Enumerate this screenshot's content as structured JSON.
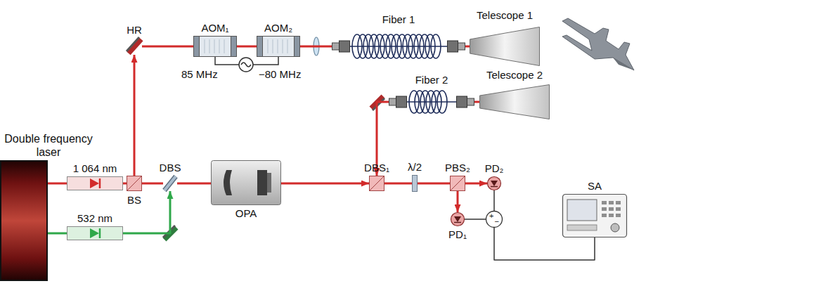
{
  "diagram": {
    "nodes": [
      {
        "text": [
          "Double frequency laser"
        ]
      },
      {
        "text": [
          "1 064 nm"
        ]
      },
      {
        "text": [
          "532 nm"
        ]
      },
      {
        "text": [
          "BS"
        ]
      },
      {
        "text": [
          "DBS"
        ]
      },
      {
        "text": [
          "OPA"
        ]
      },
      {
        "text": [
          "DBS₁"
        ]
      },
      {
        "text": [
          "λ/2"
        ]
      },
      {
        "text": [
          "PBS₂"
        ]
      },
      {
        "text": [
          "PD₂"
        ]
      },
      {
        "text": [
          "PD₁"
        ]
      },
      {
        "text": [
          "+",
          "−"
        ]
      },
      {
        "text": [
          "SA"
        ]
      },
      {
        "text": [
          "HR"
        ]
      },
      {
        "text": [
          "AOM₁"
        ]
      },
      {
        "text": [
          "AOM₂"
        ]
      },
      {
        "text": [
          "Fiber 1"
        ]
      },
      {
        "text": [
          "Telescope 1"
        ]
      },
      {
        "text": [
          "Fiber 2"
        ]
      },
      {
        "text": [
          "Telescope 2"
        ]
      }
    ],
    "edges": [
      {
        "from": 0,
        "to": 1,
        "arrow": "none"
      },
      {
        "from": 0,
        "to": 2,
        "arrow": "none"
      },
      {
        "from": 1,
        "to": 3,
        "arrow": "none"
      },
      {
        "from": 3,
        "to": 4,
        "arrow": "none"
      },
      {
        "from": 2,
        "to": 4,
        "arrow": "to"
      },
      {
        "from": 4,
        "to": 5,
        "arrow": "none"
      },
      {
        "from": 5,
        "to": 6,
        "arrow": "to"
      },
      {
        "from": 6,
        "to": 7,
        "arrow": "none"
      },
      {
        "from": 7,
        "to": 8,
        "arrow": "none"
      },
      {
        "from": 8,
        "to": 9,
        "arrow": "to"
      },
      {
        "from": 8,
        "to": 10,
        "arrow": "to"
      },
      {
        "from": 9,
        "to": 11,
        "arrow": "none"
      },
      {
        "from": 10,
        "to": 11,
        "arrow": "none"
      },
      {
        "from": 11,
        "to": 12,
        "arrow": "none"
      },
      {
        "from": 3,
        "to": 13,
        "arrow": "to"
      },
      {
        "from": 13,
        "to": 14,
        "arrow": "none"
      },
      {
        "from": 14,
        "to": 15,
        "arrow": "none"
      },
      {
        "from": 15,
        "to": 16,
        "arrow": "none"
      },
      {
        "from": 16,
        "to": 17,
        "arrow": "none"
      },
      {
        "from": 19,
        "to": 18,
        "arrow": "none"
      },
      {
        "from": 18,
        "to": 6,
        "arrow": "to"
      }
    ],
    "labels": [
      "85 MHz",
      "−80 MHz"
    ]
  }
}
